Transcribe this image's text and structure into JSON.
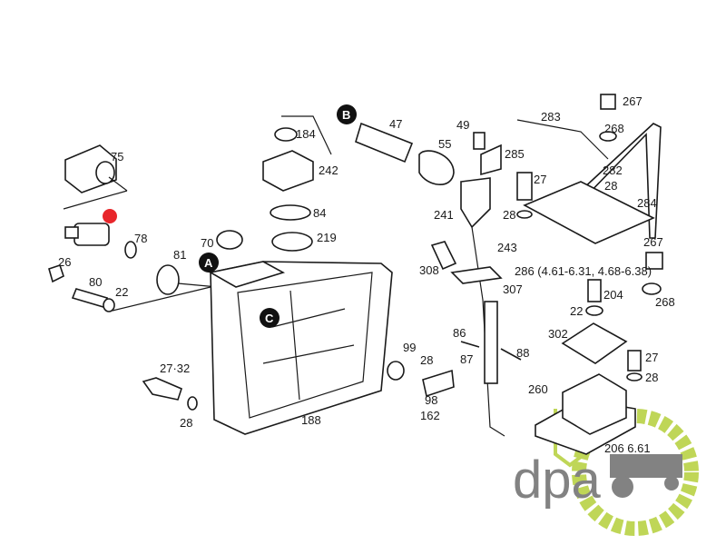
{
  "callouts": [
    "A",
    "B",
    "C"
  ],
  "labels": {
    "l75": "75",
    "l78": "78",
    "l81": "81",
    "l26": "26",
    "l80": "80",
    "l22a": "22",
    "l70": "70",
    "l184": "184",
    "l242": "242",
    "l84": "84",
    "l219": "219",
    "l47": "47",
    "l55": "55",
    "l49": "49",
    "l285": "285",
    "l283": "283",
    "l267a": "267",
    "l268a": "268",
    "l282": "282",
    "l28a": "28",
    "l284": "284",
    "l27a": "27",
    "l28b": "28",
    "l241": "241",
    "l243": "243",
    "l308": "308",
    "l307": "307",
    "l286": "286 (4.61-6.31, 4.68-6.38)",
    "l267b": "267",
    "l204": "204",
    "l268b": "268",
    "l22b": "22",
    "l302": "302",
    "l27b": "27",
    "l28c": "28",
    "l86": "86",
    "l87": "87",
    "l88": "88",
    "l99": "99",
    "l28d": "28",
    "l98": "98",
    "l162": "162",
    "l260": "260",
    "l2732": "27·32",
    "l28e": "28",
    "l188": "188",
    "l206": "206 6.61"
  },
  "logo": {
    "text": "dpa",
    "colors": {
      "gray": "#6d6d6d",
      "green": "#b5cf3a"
    }
  },
  "marker_color": "#e8262b"
}
